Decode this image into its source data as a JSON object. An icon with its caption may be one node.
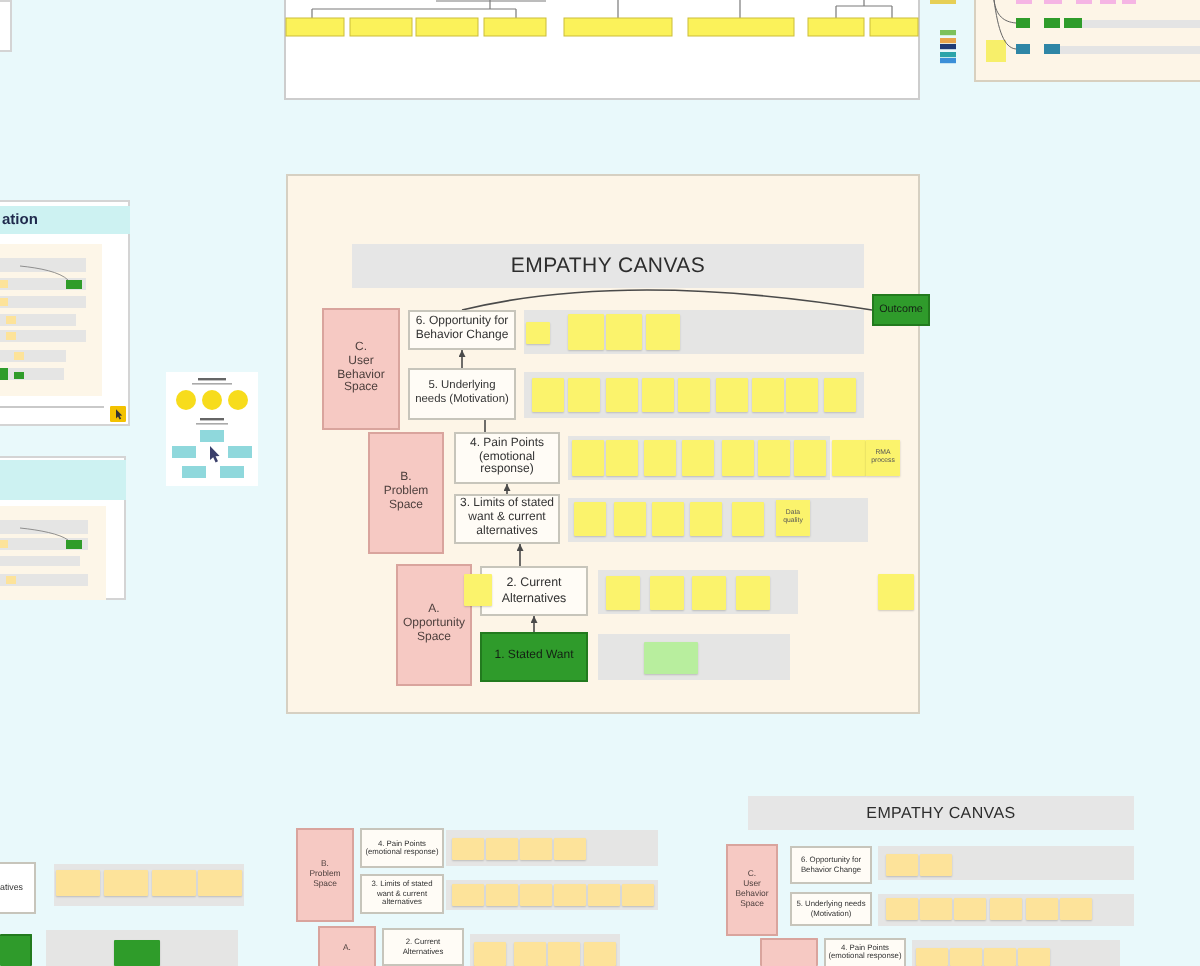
{
  "diagram": {
    "nodes": [
      {
        "text": [
          "ation"
        ]
      },
      {
        "text": [
          "EMPATHY CANVAS"
        ]
      },
      {
        "text": [
          "C.",
          "User Behavior Space"
        ]
      },
      {
        "text": [
          "6. Opportunity for Behavior Change"
        ]
      },
      {
        "text": [],
        "shape": "bar"
      },
      {
        "text": [],
        "shape": "box",
        "in": 4
      },
      {
        "text": [],
        "shape": "box",
        "in": 4
      },
      {
        "text": [],
        "shape": "box",
        "in": 4
      },
      {
        "text": [],
        "shape": "box",
        "in": 4
      },
      {
        "text": [
          "Outcome"
        ]
      },
      {
        "text": [
          "5. Underlying needs (Motivation)"
        ]
      },
      {
        "text": [],
        "shape": "bar"
      },
      {
        "text": [],
        "shape": "box",
        "in": 11
      },
      {
        "text": [],
        "shape": "box",
        "in": 11
      },
      {
        "text": [],
        "shape": "box",
        "in": 11
      },
      {
        "text": [],
        "shape": "box",
        "in": 11
      },
      {
        "text": [],
        "shape": "box",
        "in": 11
      },
      {
        "text": [],
        "shape": "box",
        "in": 11
      },
      {
        "text": [],
        "shape": "box",
        "in": 11
      },
      {
        "text": [],
        "shape": "box",
        "in": 11
      },
      {
        "text": [],
        "shape": "box",
        "in": 11
      },
      {
        "text": [
          "B.",
          "Problem Space"
        ]
      },
      {
        "text": [
          "4. Pain Points (emotional response)"
        ]
      },
      {
        "text": [],
        "shape": "bar"
      },
      {
        "text": [],
        "shape": "box",
        "in": 23
      },
      {
        "text": [],
        "shape": "box",
        "in": 23
      },
      {
        "text": [],
        "shape": "box",
        "in": 23
      },
      {
        "text": [],
        "shape": "box",
        "in": 23
      },
      {
        "text": [],
        "shape": "box",
        "in": 23
      },
      {
        "text": [],
        "shape": "box",
        "in": 23
      },
      {
        "text": [],
        "shape": "box",
        "in": 23
      },
      {
        "text": [],
        "shape": "box"
      },
      {
        "text": [
          "RMA process"
        ]
      },
      {
        "text": [
          "3. Limits of stated want & current alternatives"
        ]
      },
      {
        "text": [],
        "shape": "bar"
      },
      {
        "text": [],
        "shape": "box",
        "in": 34
      },
      {
        "text": [],
        "shape": "box",
        "in": 34
      },
      {
        "text": [],
        "shape": "box",
        "in": 34
      },
      {
        "text": [],
        "shape": "box",
        "in": 34
      },
      {
        "text": [],
        "shape": "box",
        "in": 34
      },
      {
        "text": [
          "Data quality"
        ],
        "in": 34
      },
      {
        "text": [
          "A.",
          "Opportunity Space"
        ]
      },
      {
        "text": [],
        "shape": "box"
      },
      {
        "text": [
          "2. Current Alternatives"
        ]
      },
      {
        "text": [],
        "shape": "bar"
      },
      {
        "text": [],
        "shape": "box",
        "in": 44
      },
      {
        "text": [],
        "shape": "box",
        "in": 44
      },
      {
        "text": [],
        "shape": "box",
        "in": 44
      },
      {
        "text": [],
        "shape": "box",
        "in": 44
      },
      {
        "text": [],
        "shape": "box"
      },
      {
        "text": [
          "1. Stated Want"
        ]
      },
      {
        "text": [],
        "shape": "bar"
      },
      {
        "text": [],
        "shape": "box",
        "in": 51
      },
      {
        "text": [
          "EMPATHY CANVAS"
        ]
      },
      {
        "text": [
          "B.",
          "Problem Space"
        ]
      },
      {
        "text": [
          "4. Pain Points (emotional response)"
        ]
      },
      {
        "text": [],
        "shape": "bar"
      },
      {
        "text": [],
        "shape": "box",
        "in": 56
      },
      {
        "text": [],
        "shape": "box",
        "in": 56
      },
      {
        "text": [],
        "shape": "box",
        "in": 56
      },
      {
        "text": [],
        "shape": "box",
        "in": 56
      },
      {
        "text": [
          "C.",
          "User Behavior Space"
        ]
      },
      {
        "text": [
          "6. Opportunity for Behavior Change"
        ]
      },
      {
        "text": [],
        "shape": "bar"
      },
      {
        "text": [],
        "shape": "box",
        "in": 63
      },
      {
        "text": [],
        "shape": "box",
        "in": 63
      },
      {
        "text": [
          "atives"
        ]
      },
      {
        "text": [],
        "shape": "bar"
      },
      {
        "text": [],
        "shape": "box",
        "in": 67
      },
      {
        "text": [],
        "shape": "box",
        "in": 67
      },
      {
        "text": [],
        "shape": "box",
        "in": 67
      },
      {
        "text": [],
        "shape": "box",
        "in": 67
      },
      {
        "text": [
          "3. Limits of stated want & current alternatives"
        ]
      },
      {
        "text": [],
        "shape": "bar"
      },
      {
        "text": [],
        "shape": "box",
        "in": 73
      },
      {
        "text": [],
        "shape": "box",
        "in": 73
      },
      {
        "text": [],
        "shape": "box",
        "in": 73
      },
      {
        "text": [],
        "shape": "box",
        "in": 73
      },
      {
        "text": [],
        "shape": "box",
        "in": 73
      },
      {
        "text": [],
        "shape": "box",
        "in": 73
      },
      {
        "text": [
          "5. Underlying needs (Motivation)"
        ]
      },
      {
        "text": [],
        "shape": "bar"
      },
      {
        "text": [],
        "shape": "box",
        "in": 81
      },
      {
        "text": [],
        "shape": "box",
        "in": 81
      },
      {
        "text": [],
        "shape": "box",
        "in": 81
      },
      {
        "text": [],
        "shape": "box",
        "in": 81
      },
      {
        "text": [],
        "shape": "box",
        "in": 81
      },
      {
        "text": [],
        "shape": "box",
        "in": 81
      },
      {
        "text": [],
        "shape": "box"
      },
      {
        "text": [],
        "shape": "bar"
      },
      {
        "text": [],
        "shape": "box",
        "in": 89
      },
      {
        "text": [
          "A."
        ]
      },
      {
        "text": [
          "2. Current Alternatives"
        ]
      },
      {
        "text": [],
        "shape": "bar"
      },
      {
        "text": [],
        "shape": "box",
        "in": 93
      },
      {
        "text": [],
        "shape": "box",
        "in": 93
      },
      {
        "text": [],
        "shape": "box",
        "in": 93
      },
      {
        "text": [],
        "shape": "box",
        "in": 93
      },
      {
        "text": [],
        "shape": "box"
      },
      {
        "text": [
          "4. Pain Points (emotional response)"
        ]
      },
      {
        "text": [],
        "shape": "bar"
      },
      {
        "text": [],
        "shape": "box",
        "in": 100
      },
      {
        "text": [],
        "shape": "box",
        "in": 100
      },
      {
        "text": [],
        "shape": "box",
        "in": 100
      },
      {
        "text": [],
        "shape": "box",
        "in": 100
      }
    ],
    "edges": [
      {
        "from": 50,
        "to": 43,
        "arrow": "to"
      },
      {
        "from": 43,
        "to": 33,
        "arrow": "to"
      },
      {
        "from": 33,
        "to": 22,
        "arrow": "to"
      },
      {
        "from": 22,
        "to": 10,
        "arrow": "none"
      },
      {
        "from": 10,
        "to": 3,
        "arrow": "to"
      },
      {
        "from": 3,
        "to": 9,
        "arrow": "none"
      }
    ]
  }
}
